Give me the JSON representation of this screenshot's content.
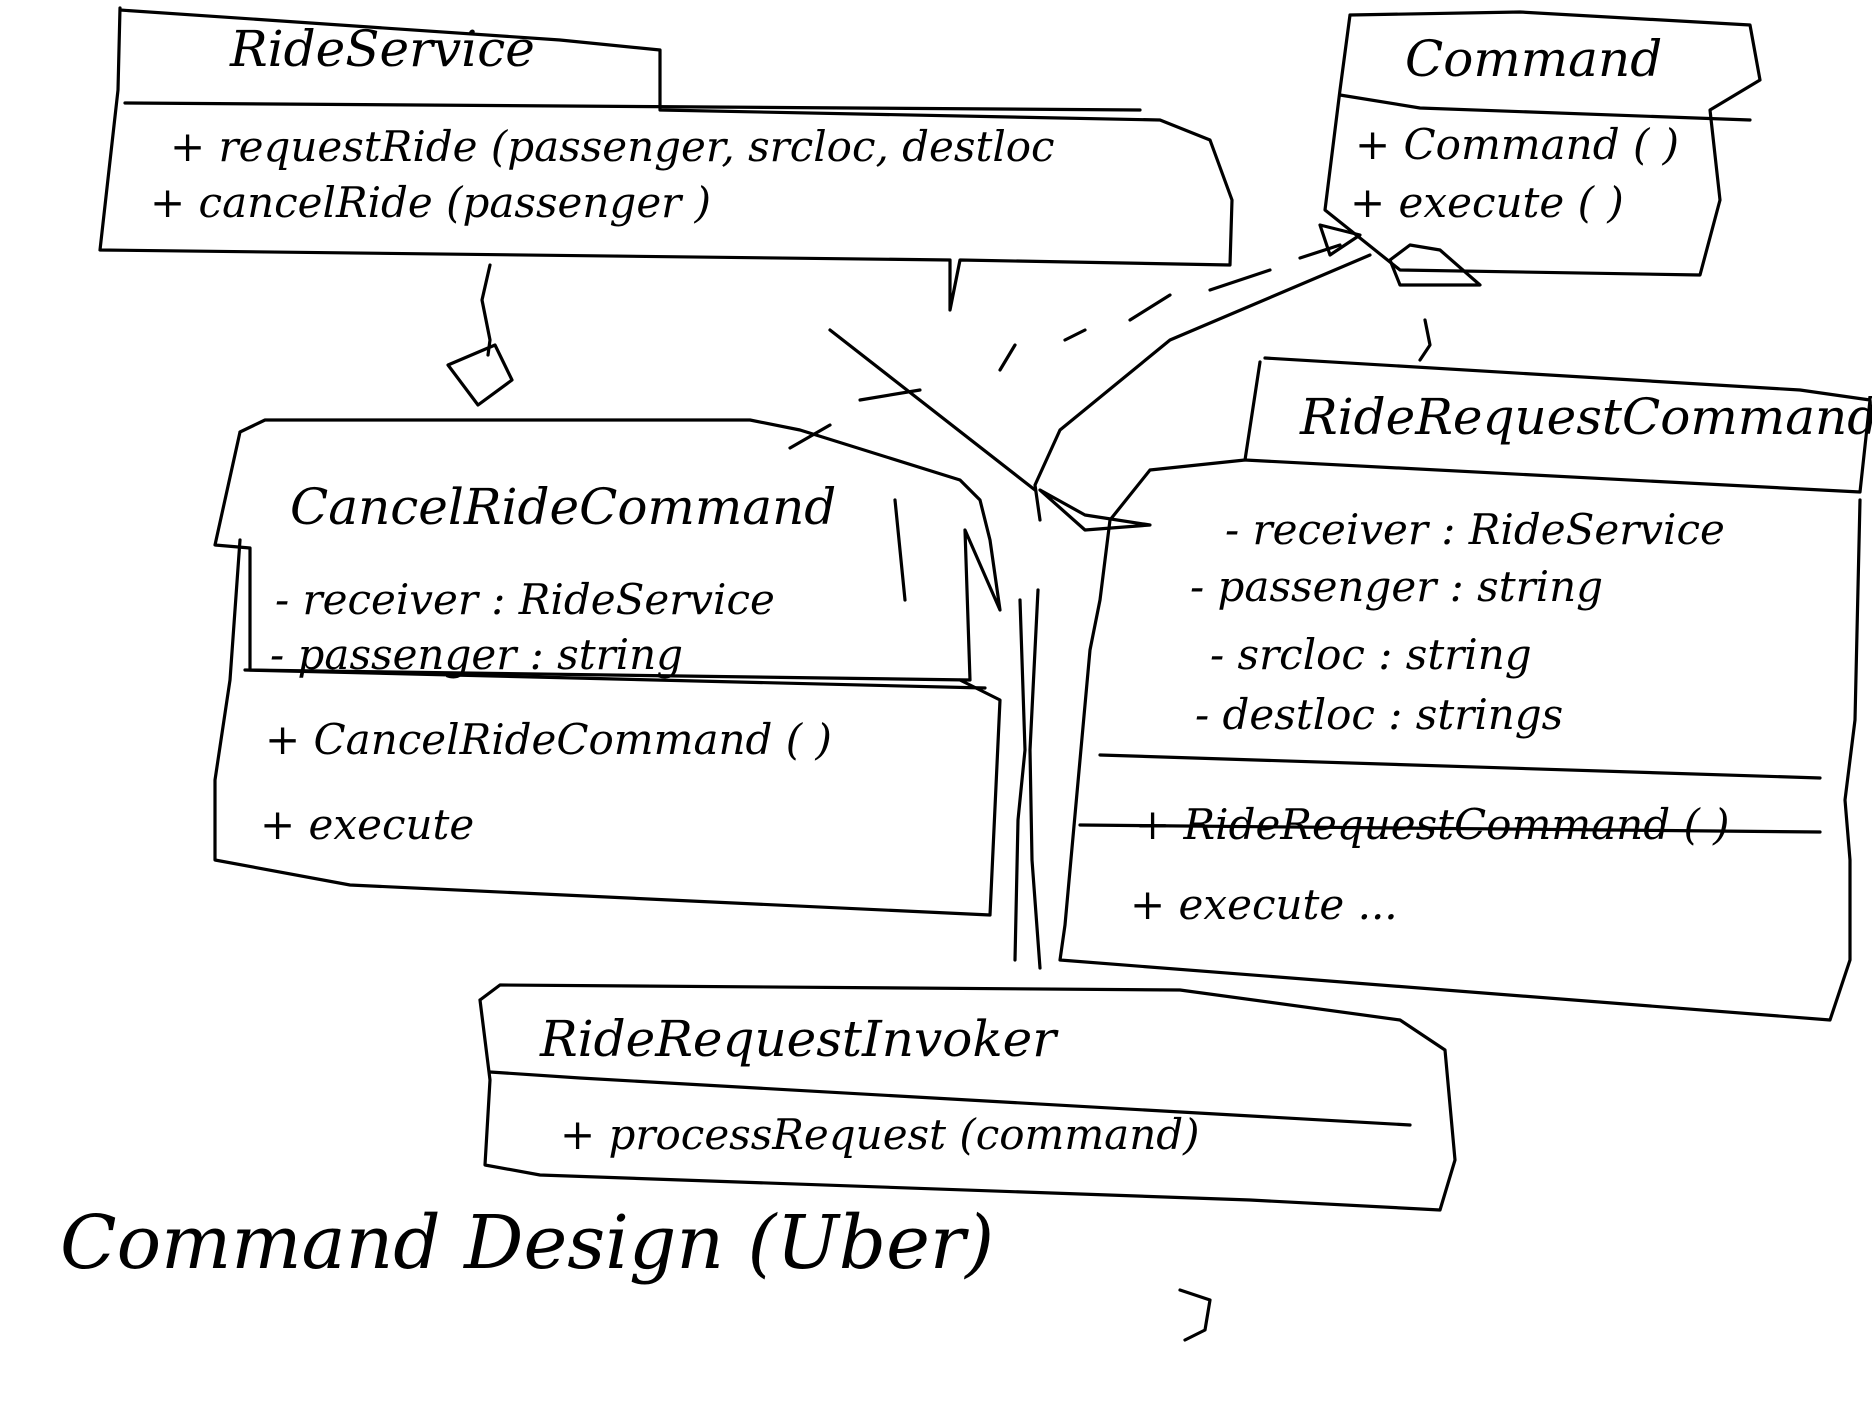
{
  "classes": {
    "ride_service": {
      "name": "RideService",
      "members": [
        "+ requestRide (passenger, srcloc, destloc",
        "+ cancelRide (passenger )"
      ]
    },
    "command": {
      "name": "Command",
      "members": [
        "+ Command ( )",
        "+ execute ( )"
      ]
    },
    "cancel_ride_command": {
      "name": "CancelRideCommand",
      "attributes": [
        "- receiver : RideService",
        "- passenger : string"
      ],
      "methods": [
        "+ CancelRideCommand ( )",
        "+ execute"
      ]
    },
    "ride_request_command": {
      "name": "RideRequestCommand",
      "attributes": [
        "- receiver : RideService",
        "- passenger : string",
        "- srcloc : string",
        "- destloc : strings"
      ],
      "methods": [
        "+ RideRequestCommand ( )",
        "+ execute ..."
      ]
    },
    "ride_request_invoker": {
      "name": "RideRequestInvoker",
      "members": [
        "+ processRequest (command)"
      ]
    }
  },
  "caption": "Command Design (Uber)"
}
